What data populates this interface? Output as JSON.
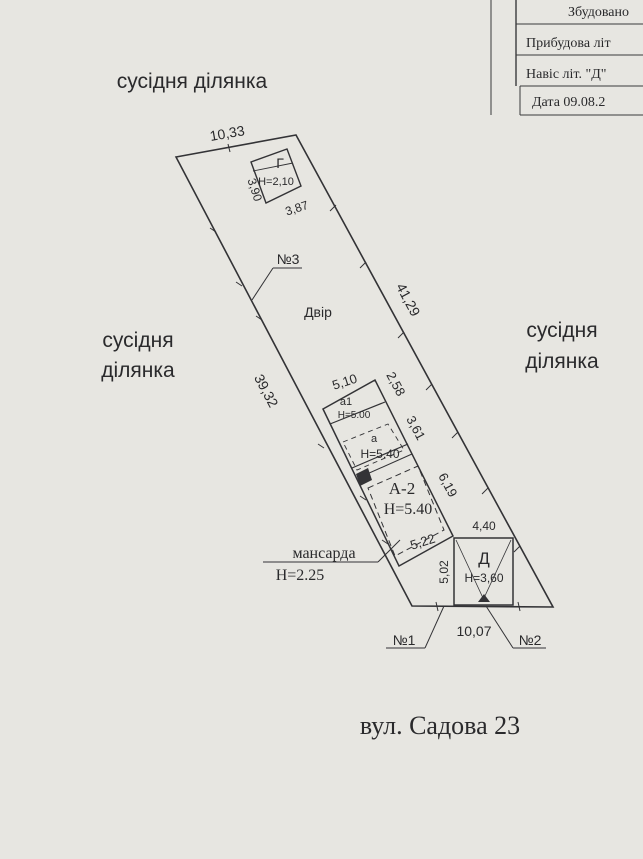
{
  "legend_table": {
    "rows": [
      "Збудовано",
      "Прибудова літ",
      "Навіс літ. \"Д\"",
      "Дата   09.08.2"
    ]
  },
  "plan": {
    "neighbors": {
      "top": "сусідня ділянка",
      "left_line1": "сусідня",
      "left_line2": "ділянка",
      "right_line1": "сусідня",
      "right_line2": "ділянка"
    },
    "yard": "Двір",
    "street": "вул. Садова 23",
    "points": {
      "p1": "№1",
      "p2": "№2",
      "p3": "№3"
    },
    "dimensions": {
      "top": "10,33",
      "left": "39,32",
      "right": "41,29",
      "bottom": "10,07"
    },
    "buildings": {
      "G": {
        "label": "Г",
        "height": "Н=2,10",
        "side_left": "3,90",
        "side_bottom": "3,87"
      },
      "a1": {
        "label": "а1",
        "height": "Н=5.00",
        "width": "5,10",
        "depth": "2,58"
      },
      "a": {
        "label": "а",
        "height": "Н=5.40",
        "depth": "3,61"
      },
      "A2": {
        "label": "А-2",
        "height": "Н=5.40",
        "depth": "6,19",
        "width": "5,22"
      },
      "D": {
        "label": "Д",
        "height": "Н=3,60",
        "width": "4,40",
        "depth": "5,02"
      }
    },
    "mansard": {
      "label": "мансарда",
      "height": "Н=2.25"
    }
  }
}
